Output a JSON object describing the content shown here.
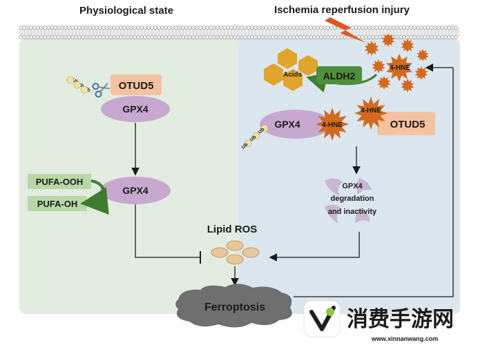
{
  "headers": {
    "left": "Physiological state",
    "right": "Ischemia reperfusion injury"
  },
  "left_panel": {
    "ub_labels": [
      "Ub",
      "Ub",
      "Ub"
    ],
    "otud5": "OTUD5",
    "gpx4_top": "GPX4",
    "gpx4_mid": "GPX4",
    "pufa_ooh": "PUFA-OOH",
    "pufa_oh": "PUFA-OH"
  },
  "right_panel": {
    "acids": "Acids",
    "aldh2": "ALDH2",
    "hne_cluster": "4-HNE",
    "hne_gpx4": "4-HNE",
    "hne_otud5": "4-HNE",
    "gpx4": "GPX4",
    "otud5": "OTUD5",
    "ub_labels": [
      "Ub",
      "Ub",
      "Ub"
    ],
    "degradation_lines": [
      "GPX4",
      "degradation",
      "and inactivity"
    ]
  },
  "center": {
    "lipid_ros": "Lipid ROS",
    "ferroptosis": "Ferroptosis"
  },
  "watermark": {
    "title": "消费手游网",
    "url": "www.xinnanwang.com"
  },
  "colors": {
    "left_bg": "#e3ece1",
    "right_bg": "#dbe6ef",
    "otud5_fill": "#f4c2a1",
    "gpx4_fill": "#c9a8cf",
    "hne_fill": "#d2691e",
    "aldh2_fill": "#4e8f3c",
    "acids_fill": "#e0a52a",
    "pufa_fill": "#b9d8a8",
    "ros_fill": "#e8c89a",
    "ferroptosis_fill": "#6f6f6f"
  }
}
